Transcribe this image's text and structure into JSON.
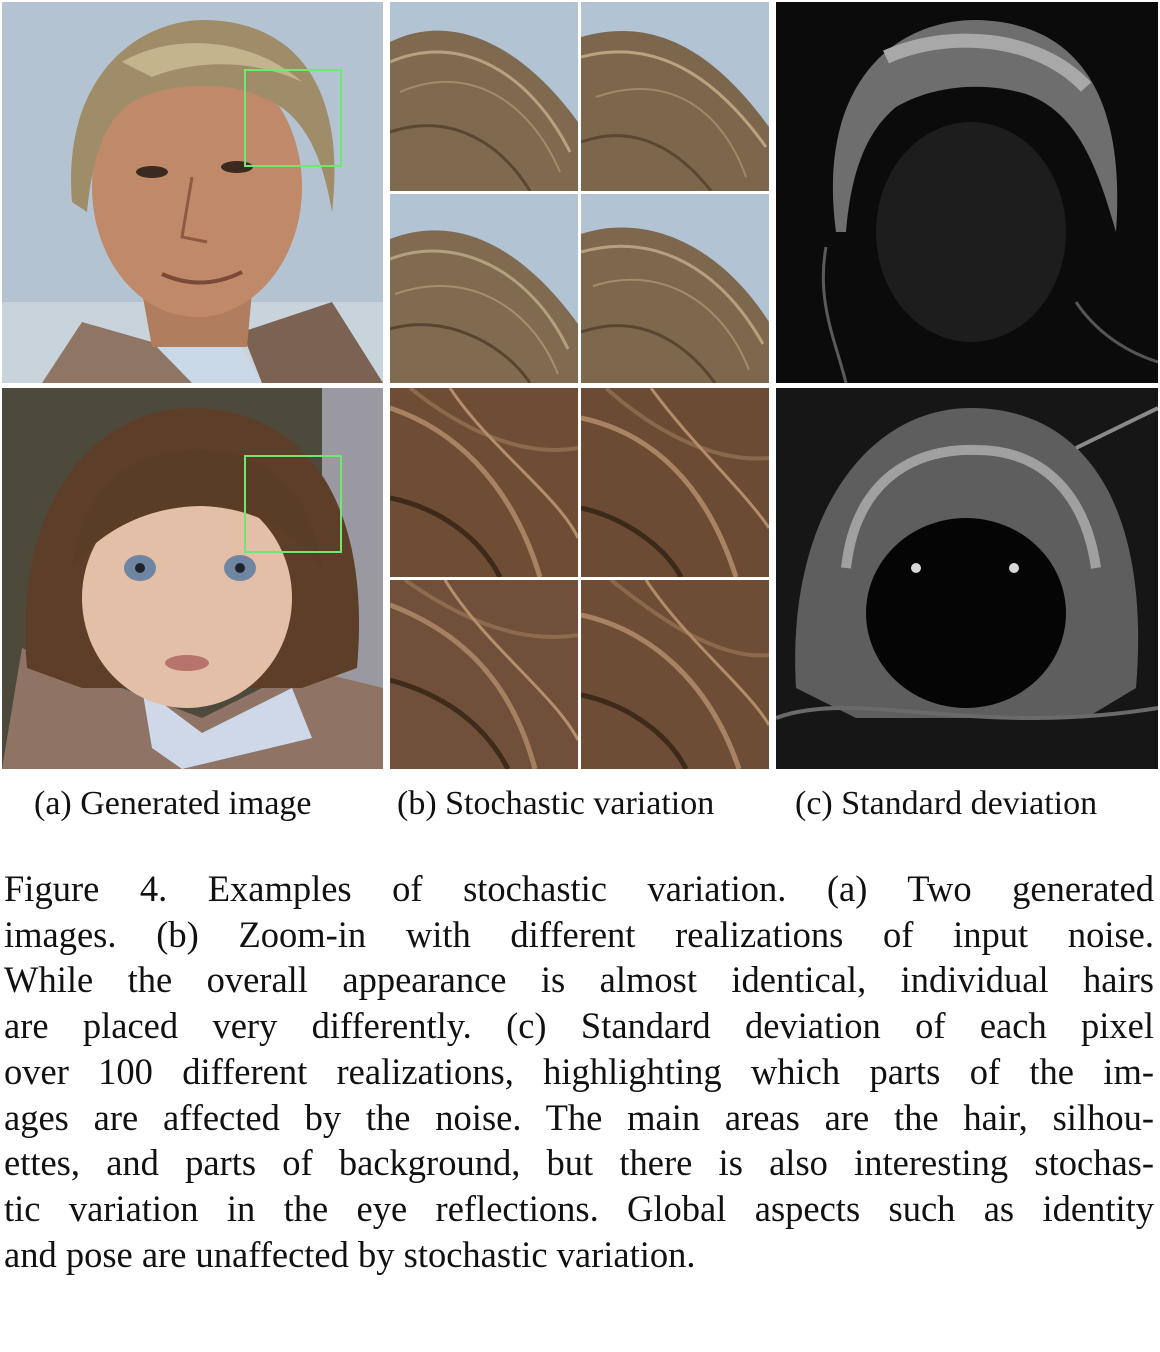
{
  "subcaptions": {
    "a": "(a) Generated image",
    "b": "(b) Stochastic variation",
    "c": "(c) Standard deviation"
  },
  "caption_lines": [
    "Figure 4. Examples of stochastic variation.  (a) Two generated",
    "images.  (b) Zoom-in with different realizations of input noise.",
    "While the overall appearance is almost identical, individual hairs",
    "are placed very differently.  (c) Standard deviation of each pixel",
    "over 100 different realizations, highlighting which parts of the im-",
    "ages are affected by the noise. The main areas are the hair, silhou-",
    "ettes, and parts of background, but there is also interesting stochas-",
    "tic variation in the eye reflections. Global aspects such as identity",
    "and pose are unaffected by stochastic variation."
  ],
  "colors": {
    "highlight_box": "#6ee86e",
    "sky": "#b7c6d4",
    "hair_light": "#9c8a66",
    "hair_dark": "#5c3f28",
    "skin": "#c79272",
    "std_bg": "#0b0b0b"
  }
}
